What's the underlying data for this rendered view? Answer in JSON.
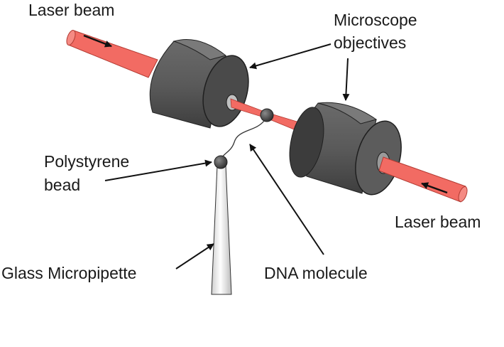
{
  "labels": {
    "laser_beam_top": "Laser beam",
    "laser_beam_bottom": "Laser beam",
    "microscope_line1": "Microscope",
    "microscope_line2": "objectives",
    "polystyrene_line1": "Polystyrene",
    "polystyrene_line2": "bead",
    "glass_micropipette": "Glass Micropipette",
    "dna_molecule": "DNA molecule"
  },
  "colors": {
    "laser_beam": "#f26b63",
    "laser_edge": "#b23a32",
    "objective_body": "#5a5a5a",
    "objective_face": "#454545",
    "objective_dark": "#2e2e2e",
    "bead": "#3f3f3f",
    "pipette": "#e6e6e6",
    "arrow": "#111111"
  }
}
